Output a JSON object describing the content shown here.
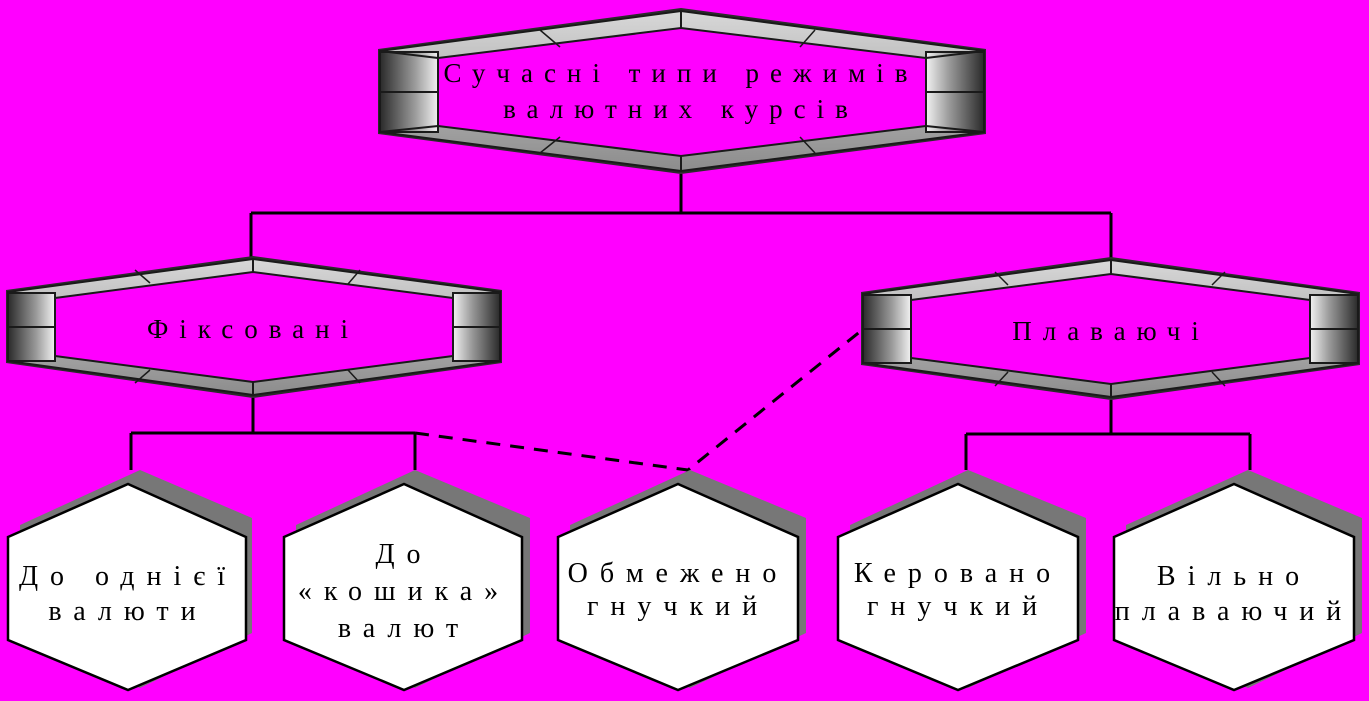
{
  "colors": {
    "background": "#ff00ff",
    "frame_light": "#bdbdbd",
    "frame_dark": "#3a3a3a",
    "shadow": "#777777",
    "box_fill": "#ffffff",
    "line": "#000000"
  },
  "root": {
    "line1": "Сучасні типи режимів",
    "line2": "валютних курсів"
  },
  "groups": {
    "fixed": "Фіксовані",
    "floating": "Плаваючі"
  },
  "leaves": [
    {
      "lines": [
        "До однієї",
        "валюти"
      ]
    },
    {
      "lines": [
        "До",
        "«кошика»",
        "валют"
      ]
    },
    {
      "lines": [
        "Обмежено",
        "гнучкий"
      ]
    },
    {
      "lines": [
        "Керовано",
        "гнучкий"
      ]
    },
    {
      "lines": [
        "Вільно",
        "плаваючий"
      ]
    }
  ]
}
